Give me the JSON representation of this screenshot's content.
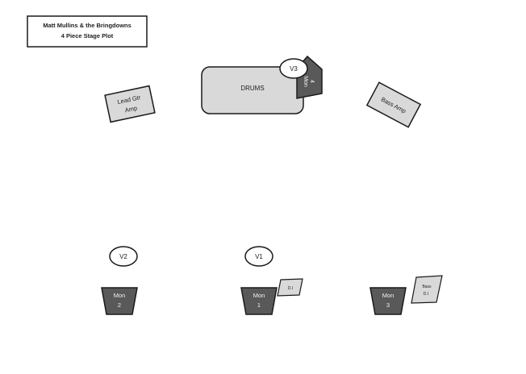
{
  "title": {
    "line1": "Matt Mullins & the Bringdowns",
    "line2": "4 Piece Stage Plot"
  },
  "items": {
    "drums": "DRUMS",
    "v3": "V3",
    "mon4_line1": "Mon",
    "mon4_line2": "4",
    "lead_gtr_line1": "Lead Gtr",
    "lead_gtr_line2": "Amp",
    "bass_amp": "Bass Amp",
    "v2": "V2",
    "v1": "V1",
    "mon2_line1": "Mon",
    "mon2_line2": "2",
    "mon1_line1": "Mon",
    "mon1_line2": "1",
    "mon3_line1": "Mon",
    "mon3_line2": "3",
    "di": "D.I",
    "bass_di_line1": "Bass",
    "bass_di_line2": "D.I"
  },
  "colors": {
    "equipment_fill": "#d9d9d9",
    "monitor_fill": "#595959",
    "outline": "#1a1a1a"
  }
}
